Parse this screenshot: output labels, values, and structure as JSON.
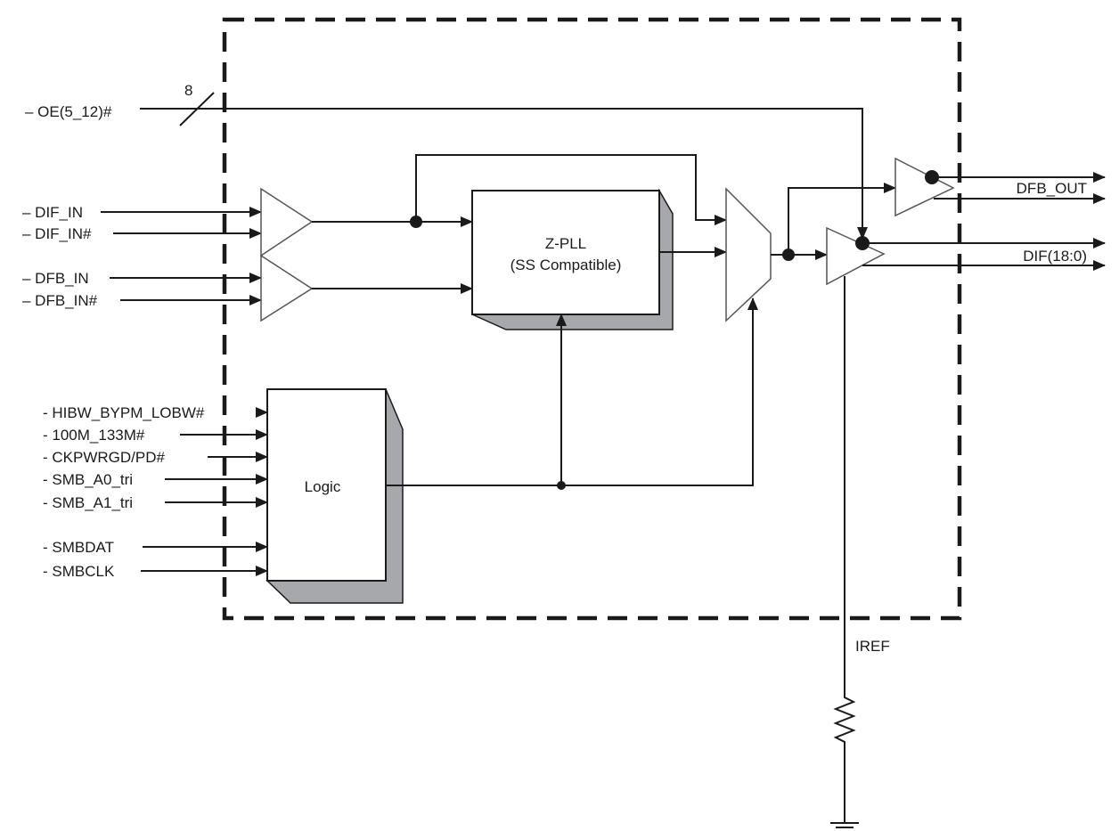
{
  "bus": {
    "width_label": "8"
  },
  "inputs": {
    "oe": "– OE(5_12)#",
    "dif_in": "– DIF_IN",
    "dif_in_n": "– DIF_IN#",
    "dfb_in": "– DFB_IN",
    "dfb_in_n": "– DFB_IN#"
  },
  "logic_inputs": [
    "- HIBW_BYPM_LOBW#",
    "- 100M_133M#",
    "- CKPWRGD/PD#",
    "- SMB_A0_tri",
    "- SMB_A1_tri",
    "- SMBDAT",
    "- SMBCLK"
  ],
  "blocks": {
    "pll_title": "Z-PLL",
    "pll_subtitle": "(SS Compatible)",
    "logic": "Logic"
  },
  "outputs": {
    "dfb_out": "DFB_OUT",
    "dif": "DIF(18:0)"
  },
  "iref": "IREF"
}
